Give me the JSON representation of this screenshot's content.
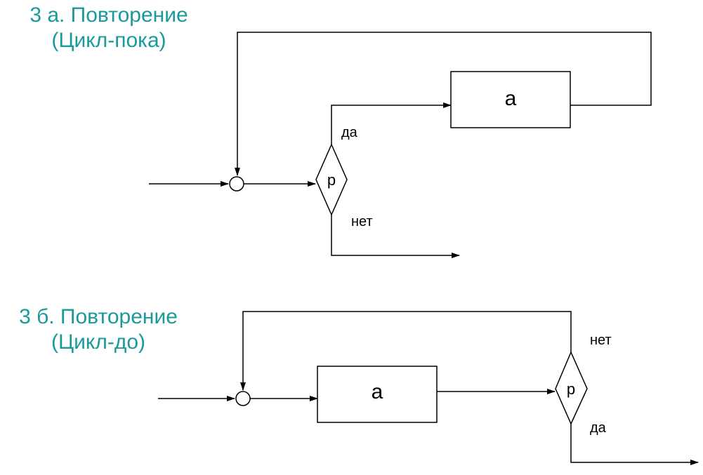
{
  "colors": {
    "title": "#1a9a9a",
    "line": "#000000",
    "background": "#ffffff"
  },
  "diagram_a": {
    "title_line1": "3 а. Повторение",
    "title_line2": "(Цикл-пока)",
    "block_label": "а",
    "condition_label": "p",
    "yes_label": "да",
    "no_label": "нет"
  },
  "diagram_b": {
    "title_line1": "3 б. Повторение",
    "title_line2": "(Цикл-до)",
    "block_label": "а",
    "condition_label": "p",
    "yes_label": "да",
    "no_label": "нет"
  }
}
